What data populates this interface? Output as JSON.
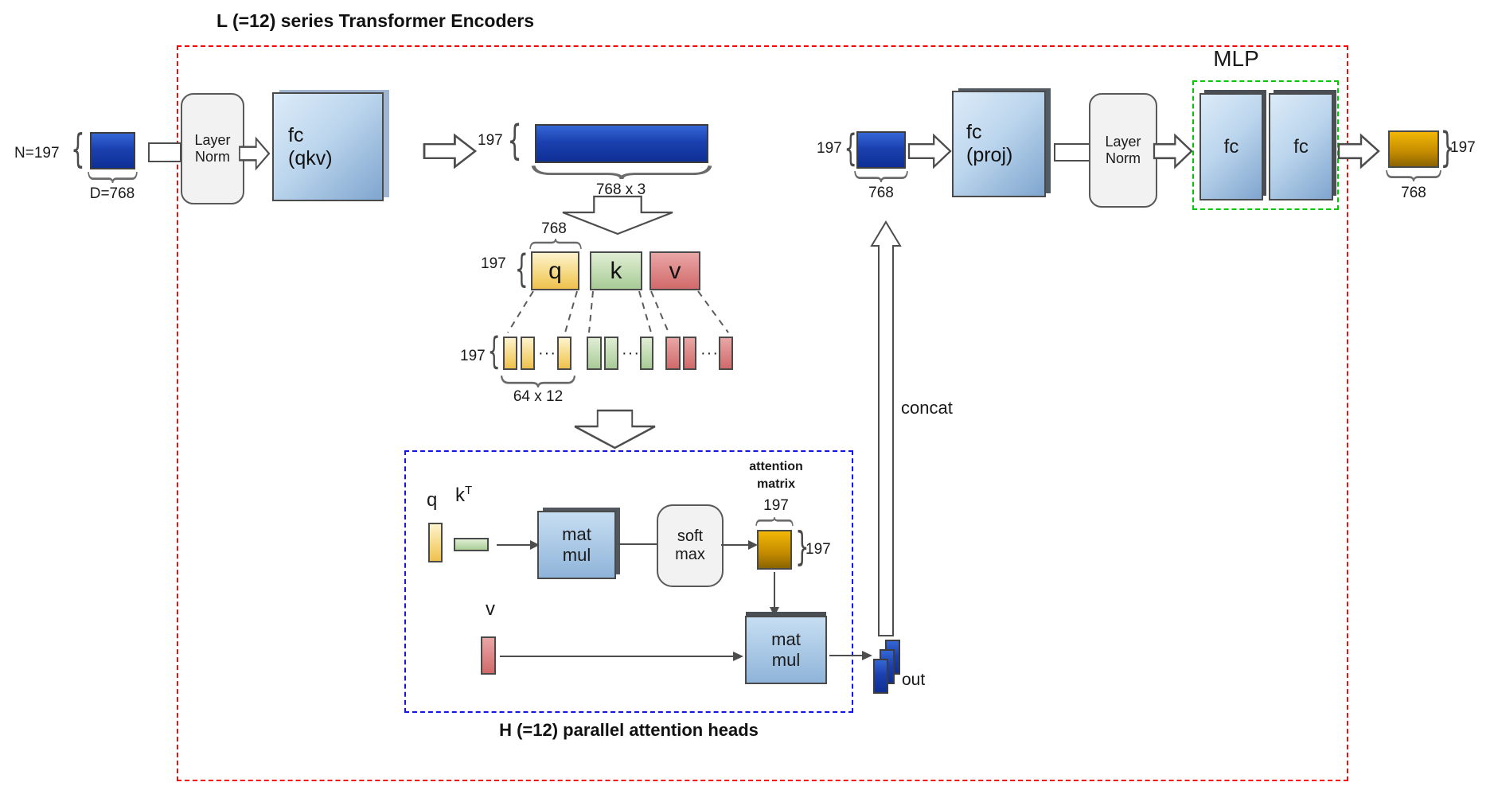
{
  "colors": {
    "encoder_border": "#ff0000",
    "heads_border": "#1414e6",
    "mlp_border": "#00c800",
    "token_blue": "#1b41b0",
    "fc_blue": "#9cbede",
    "attention_gold": "#c28a00",
    "q_yellow": "#f3cf6a",
    "k_green": "#a8cc96",
    "v_red": "#d16a6a"
  },
  "titles": {
    "encoder": "L (=12) series Transformer Encoders",
    "heads": "H (=12) parallel attention heads",
    "mlp": "MLP"
  },
  "left": {
    "n_label": "N=197",
    "d_label": "D=768",
    "layer_norm": "Layer\nNorm",
    "fc_qkv": "fc\n(qkv)"
  },
  "qkv_bar": {
    "rows": "197",
    "cols": "768 x 3"
  },
  "split": {
    "cols": "768",
    "rows": "197",
    "q": "q",
    "k": "k",
    "v": "v",
    "dots": "···",
    "head_rows": "197",
    "head_cols": "64 x 12"
  },
  "attn": {
    "q": "q",
    "k_base": "k",
    "k_sup": "T",
    "matmul1": "mat\nmul",
    "softmax": "soft\nmax",
    "matrix_label": "attention\nmatrix",
    "matrix_cols": "197",
    "matrix_rows": "197",
    "v": "v",
    "matmul2": "mat\nmul",
    "out": "out"
  },
  "concat": {
    "label": "concat"
  },
  "right": {
    "rows": "197",
    "cols": "768",
    "fc_proj": "fc\n(proj)",
    "layer_norm": "Layer\nNorm"
  },
  "mlp": {
    "fc1": "fc",
    "fc2": "fc"
  },
  "output": {
    "rows": "197",
    "cols": "768"
  },
  "shapes": {
    "brace_open": "{",
    "brace_close": "}"
  }
}
